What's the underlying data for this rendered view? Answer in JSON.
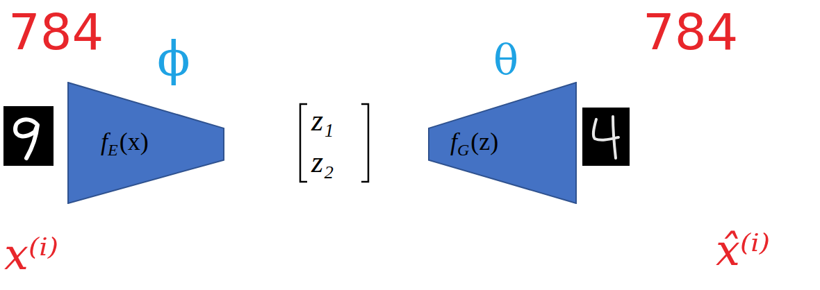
{
  "diagram": {
    "nodes": [
      {
        "text": [
          "f",
          "E",
          "(x)"
        ]
      },
      {
        "text": [
          "f",
          "G",
          "(z)"
        ]
      }
    ],
    "labels": [
      "784",
      "ϕ",
      "z₁",
      "z₂",
      "θ",
      "784",
      "x⁽ⁱ⁾",
      "x̂⁽ⁱ⁾"
    ]
  }
}
